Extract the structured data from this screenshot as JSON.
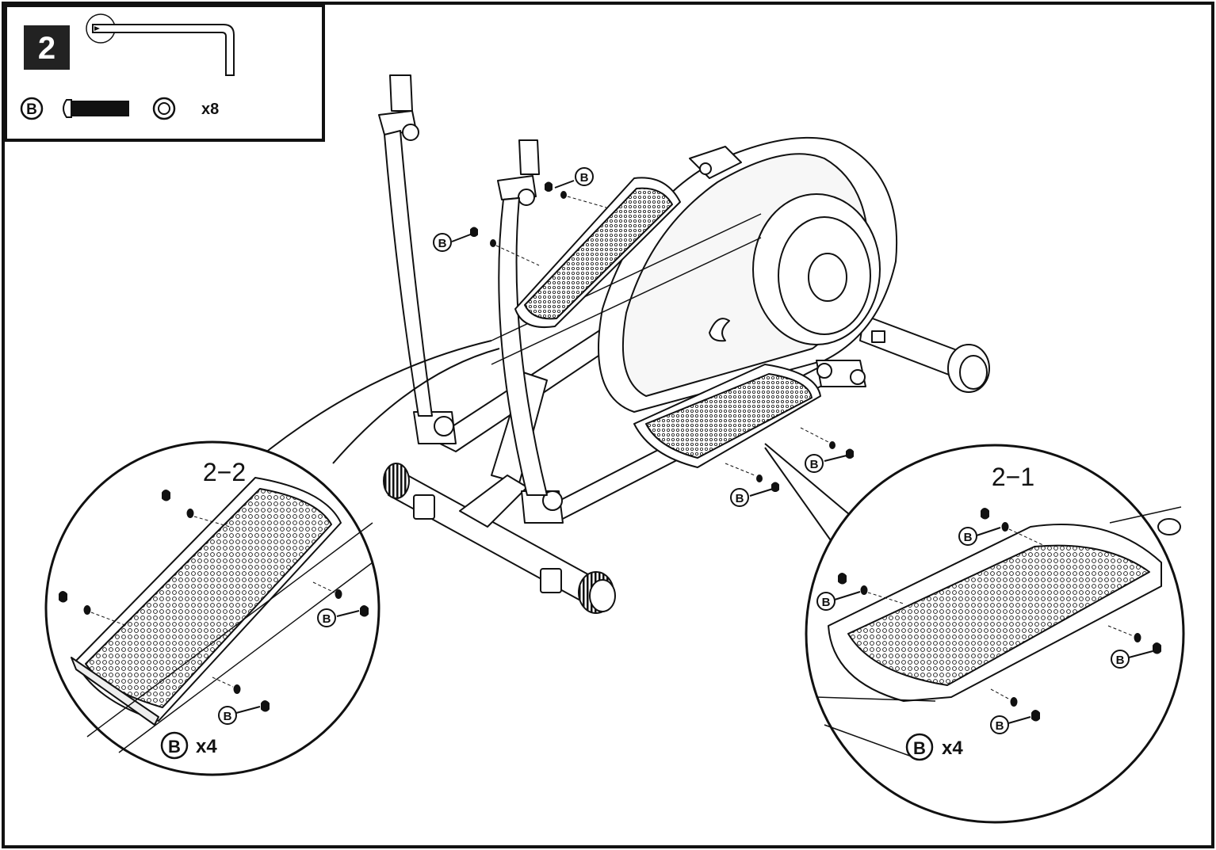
{
  "step": {
    "number": "2"
  },
  "parts": {
    "letter": "B",
    "quantity": "x8",
    "tool_icon": "allen-key-icon",
    "bolt_icon": "bolt-icon",
    "washer_icon": "washer-icon"
  },
  "detail_left": {
    "label": "2−2",
    "callout_letter": "B",
    "callout_qty": "x4"
  },
  "detail_right": {
    "label": "2−1",
    "callout_letter": "B",
    "callout_qty": "x4"
  },
  "main_callouts": {
    "letter": "B"
  },
  "colors": {
    "line": "#111111",
    "background": "#ffffff",
    "fill_light": "#f2f2f2",
    "fill_mid": "#bdbdbd"
  }
}
